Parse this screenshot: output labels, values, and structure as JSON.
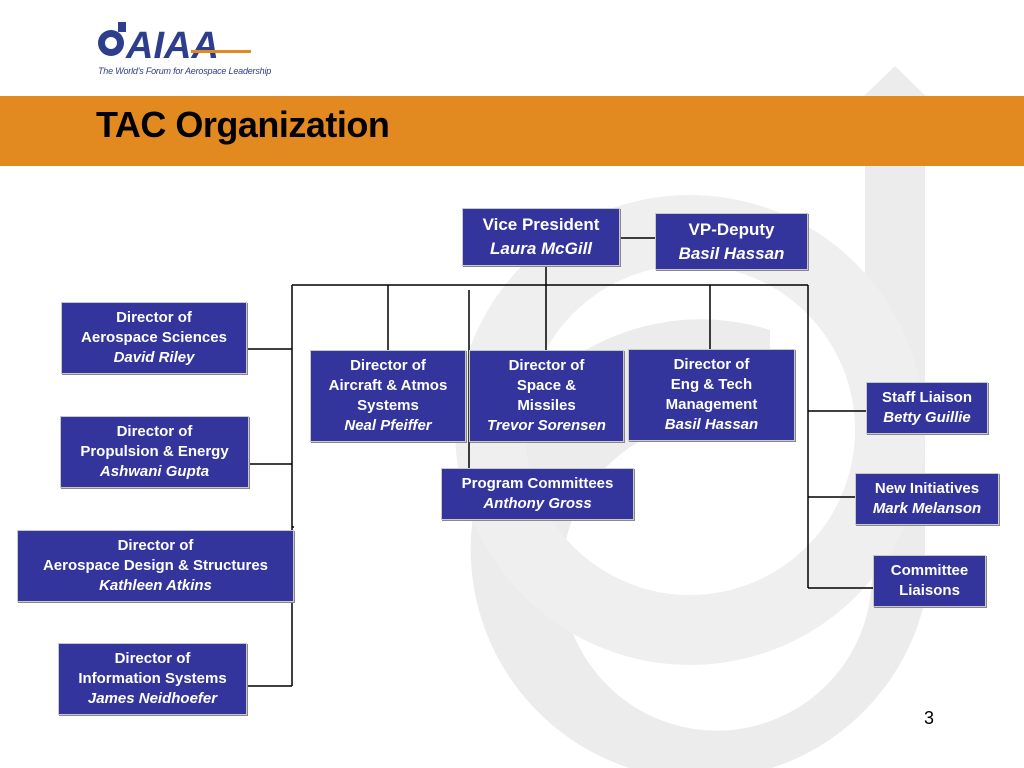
{
  "slide": {
    "title": "TAC Organization",
    "page_number": "3"
  },
  "logo": {
    "wordmark": "AIAA",
    "tagline": "The World's Forum for Aerospace Leadership"
  },
  "colors": {
    "banner": "#e28a1f",
    "box_fill": "#33349c",
    "box_text": "#ffffff",
    "connector": "#000000"
  },
  "org": {
    "vp": {
      "role": "Vice President",
      "name": "Laura McGill"
    },
    "vp_deputy": {
      "role": "VP-Deputy",
      "name": "Basil Hassan"
    },
    "aerospace_sciences": {
      "role_line1": "Director of",
      "role_line2": "Aerospace Sciences",
      "name": "David Riley"
    },
    "propulsion_energy": {
      "role_line1": "Director of",
      "role_line2": "Propulsion & Energy",
      "name": "Ashwani Gupta"
    },
    "design_structures": {
      "role_line1": "Director of",
      "role_line2": "Aerospace Design & Structures",
      "name": "Kathleen Atkins"
    },
    "information_systems": {
      "role_line1": "Director of",
      "role_line2": "Information Systems",
      "name": "James Neidhoefer"
    },
    "aircraft_atmos": {
      "role_line1": "Director of",
      "role_line2": "Aircraft & Atmos",
      "role_line3": "Systems",
      "name": "Neal Pfeiffer"
    },
    "space_missiles": {
      "role_line1": "Director of",
      "role_line2": "Space &",
      "role_line3": "Missiles",
      "name": "Trevor Sorensen"
    },
    "eng_tech_mgmt": {
      "role_line1": "Director of",
      "role_line2": "Eng & Tech",
      "role_line3": "Management",
      "name": "Basil Hassan"
    },
    "program_committees": {
      "role": "Program Committees",
      "name": "Anthony Gross"
    },
    "staff_liaison": {
      "role": "Staff Liaison",
      "name": "Betty Guillie"
    },
    "new_initiatives": {
      "role": "New Initiatives",
      "name": "Mark Melanson"
    },
    "committee_liaisons": {
      "role_line1": "Committee",
      "role_line2": "Liaisons"
    }
  }
}
